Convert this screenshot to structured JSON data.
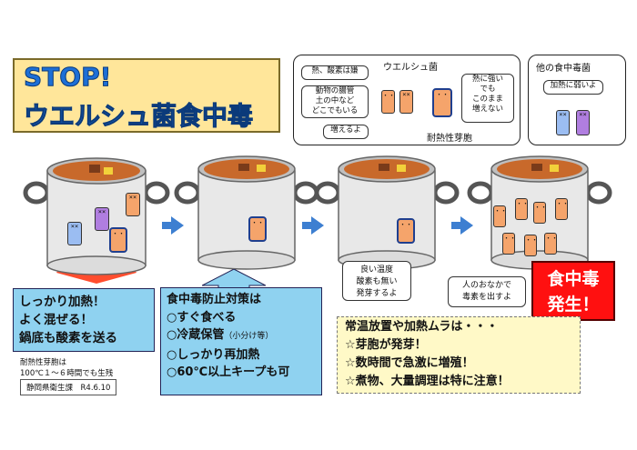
{
  "title": {
    "line1": "STOP!",
    "line2": "ウエルシュ菌食中毒"
  },
  "welch_panel": {
    "header": "ウエルシュ菌",
    "bubble_oxygen": "熱、酸素は嫌",
    "bubble_habitat": [
      "動物の腸管",
      "土の中など",
      "どこでもいる"
    ],
    "bubble_multiply": "増えるよ",
    "bubble_spore": [
      "熱に強い",
      "でも",
      "このまま",
      "増えない"
    ],
    "spore_label": "耐熱性芽胞"
  },
  "other_panel": {
    "header": "他の食中毒菌",
    "bubble": "加熱に弱いよ"
  },
  "germ_faces": {
    "sleep": "××",
    "awake": "・・"
  },
  "bubble_temp": [
    "良い温度",
    "酸素も無い",
    "発芽するよ"
  ],
  "bubble_toxin": [
    "人のおなかで",
    "毒素を出すよ"
  ],
  "outbreak": {
    "line1": "食中毒",
    "line2": "発生！"
  },
  "heat_box": [
    "しっかり加熱！",
    "よく混ぜる！",
    "鍋底も酸素を送る"
  ],
  "measures_box": {
    "title": "食中毒防止対策は",
    "items": [
      "○すぐ食べる",
      "○冷蔵保管",
      "○しっかり再加熱",
      "○60℃以上キープも可"
    ],
    "small_note": "（小分け等）"
  },
  "warn_box": [
    "常温放置や加熱ムラは・・・",
    "☆芽胞が発芽！",
    "☆数時間で急激に増殖！",
    "☆煮物、大量調理は特に注意！"
  ],
  "spore_note": [
    "耐熱性芽胞は",
    "100℃１～６時間でも生残"
  ],
  "credit": "静岡県衛生課　R4.6.10",
  "colors": {
    "arrow": "#3d7fd1",
    "title_fill": "#ffe69a",
    "outbreak": "#ff1010",
    "blue_box": "#8fd2f0"
  }
}
